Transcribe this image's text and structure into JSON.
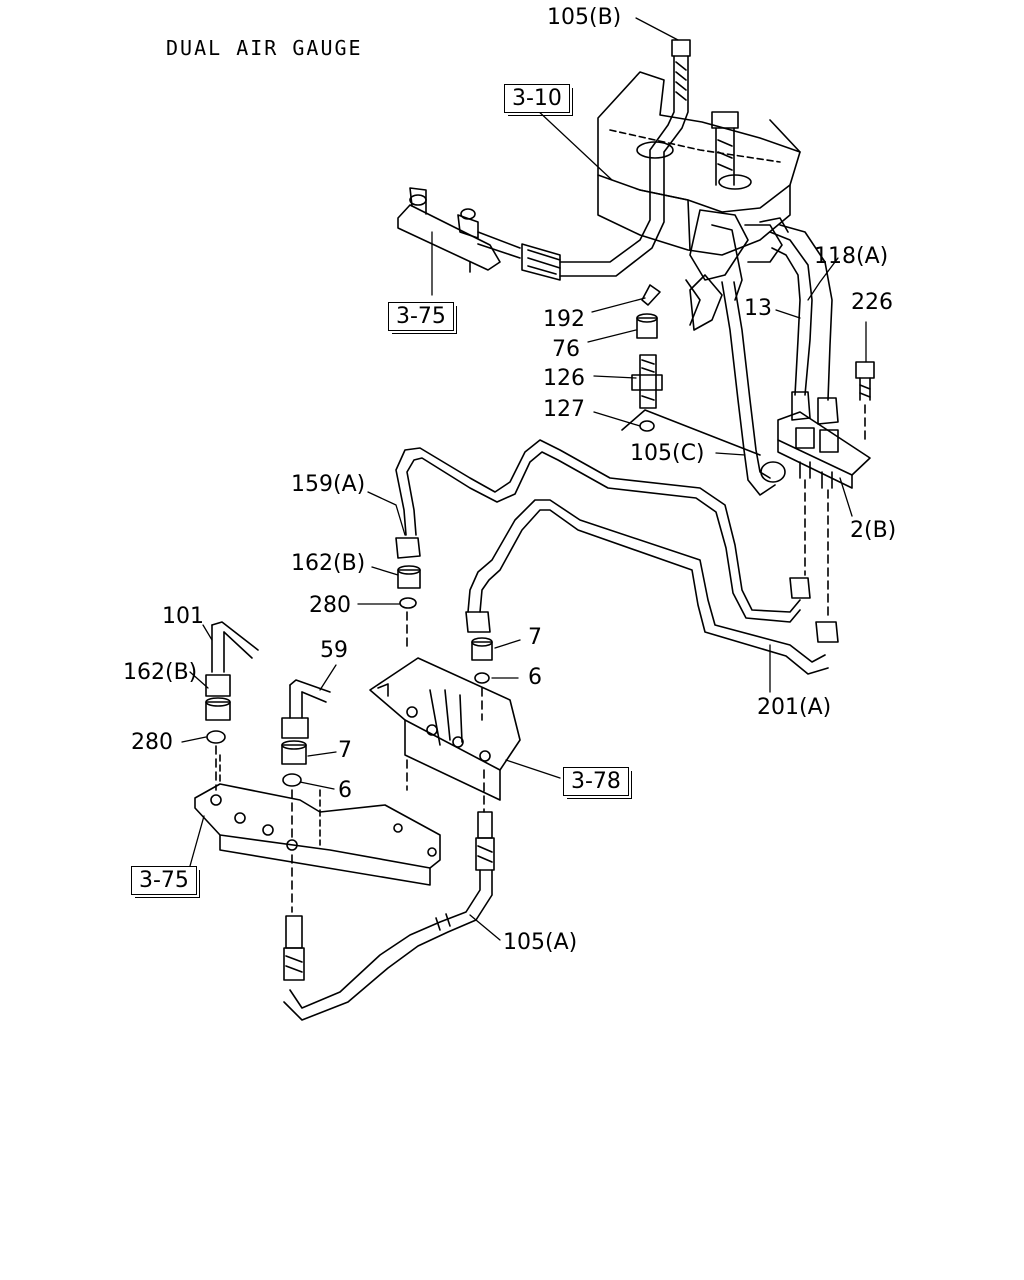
{
  "title": "DUAL AIR GAUGE",
  "references": {
    "ref_3_10": "3-10",
    "ref_3_75_top": "3-75",
    "ref_3_78": "3-78",
    "ref_3_75_bottom": "3-75"
  },
  "labels": {
    "p105b": "105(B)",
    "p118a": "118(A)",
    "p13": "13",
    "p226": "226",
    "p192": "192",
    "p76": "76",
    "p126": "126",
    "p127": "127",
    "p105c": "105(C)",
    "p2b": "2(B)",
    "p159a": "159(A)",
    "p162b_top": "162(B)",
    "p280_top": "280",
    "p7_right": "7",
    "p6_right": "6",
    "p201a": "201(A)",
    "p101": "101",
    "p59": "59",
    "p162b_left": "162(B)",
    "p280_left": "280",
    "p7_left": "7",
    "p6_left": "6",
    "p105a": "105(A)"
  }
}
